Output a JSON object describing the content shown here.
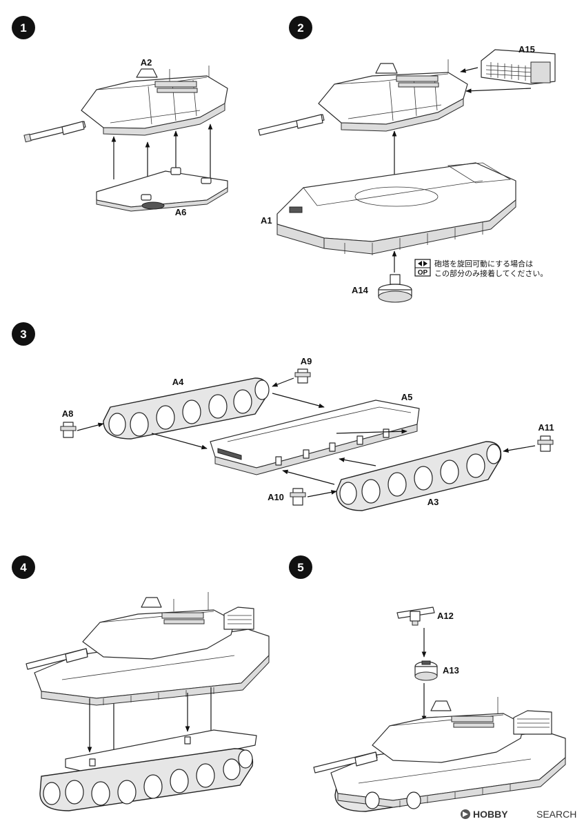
{
  "steps": [
    {
      "number": "1"
    },
    {
      "number": "2"
    },
    {
      "number": "3"
    },
    {
      "number": "4"
    },
    {
      "number": "5"
    }
  ],
  "parts": {
    "a1": "A1",
    "a2": "A2",
    "a3": "A3",
    "a4": "A4",
    "a5": "A5",
    "a6": "A6",
    "a8": "A8",
    "a9": "A9",
    "a10": "A10",
    "a11": "A11",
    "a12": "A12",
    "a13": "A13",
    "a14": "A14",
    "a15": "A15"
  },
  "note": {
    "icon_label": "OP",
    "line1": "砲塔を旋回可動にする場合は",
    "line2": "この部分のみ接着してください。"
  },
  "watermark": {
    "brand": "HOBBY",
    "suffix": "SEARCH"
  },
  "colors": {
    "badge": "#111111",
    "line": "#2a2a2a"
  }
}
